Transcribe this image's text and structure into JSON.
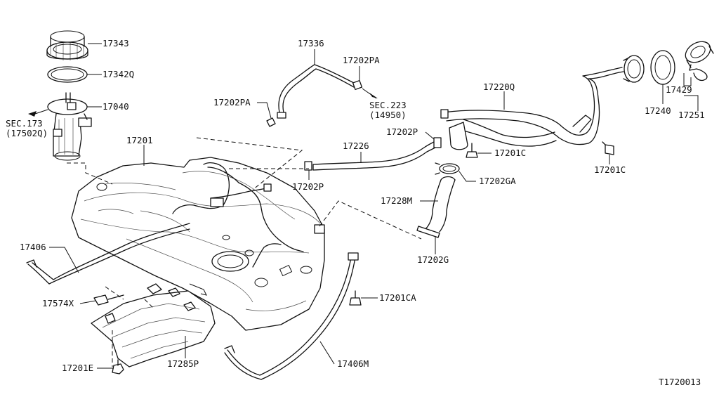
{
  "diagram_id": "T1720013",
  "callouts": {
    "c17343": "17343",
    "c17342q": "17342Q",
    "c17040": "17040",
    "sec173": "SEC.173",
    "sec173ref": "(17502Q)",
    "c17201": "17201",
    "c17336": "17336",
    "c17202pa_right": "17202PA",
    "c17202pa_left": "17202PA",
    "sec223": "SEC.223",
    "sec223ref": "(14950)",
    "c17220q": "17220Q",
    "c17240": "17240",
    "c17429": "17429",
    "c17251": "17251",
    "c17202p_upper": "17202P",
    "c17226": "17226",
    "c17201c_mid": "17201C",
    "c17201c_right": "17201C",
    "c17202p_lower": "17202P",
    "c17202ga": "17202GA",
    "c17228m": "17228M",
    "c17202g": "17202G",
    "c17406": "17406",
    "c17574x": "17574X",
    "c17201ca": "17201CA",
    "c17201e": "17201E",
    "c17285p": "17285P",
    "c17406m": "17406M"
  }
}
